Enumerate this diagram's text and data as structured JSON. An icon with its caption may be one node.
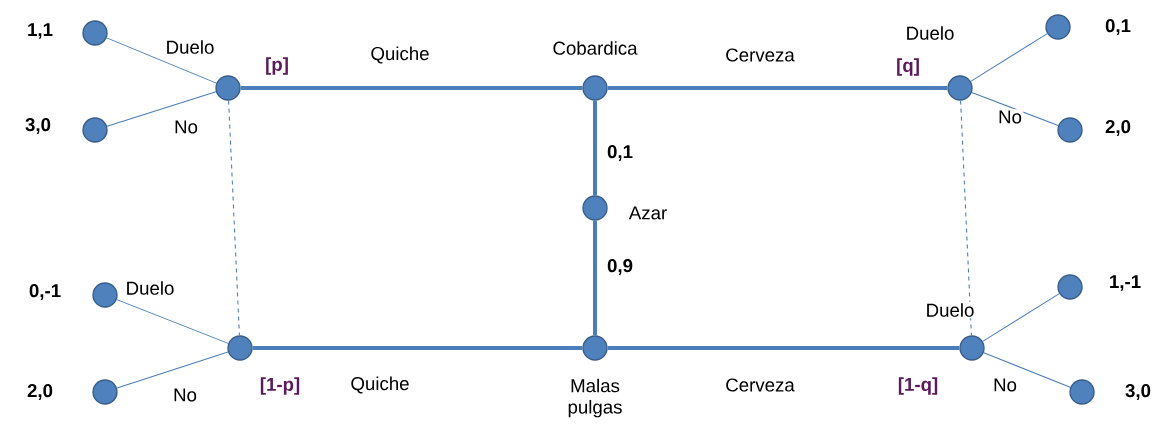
{
  "diagram": {
    "nodes": [
      {
        "text": [],
        "shape": "circle",
        "beside": [
          "1,1"
        ]
      },
      {
        "text": [],
        "shape": "circle",
        "beside": [
          "3,0"
        ]
      },
      {
        "text": [],
        "shape": "circle",
        "beside": [
          "[p]"
        ]
      },
      {
        "text": [],
        "shape": "circle",
        "beside": [
          "Cobardica"
        ]
      },
      {
        "text": [],
        "shape": "circle",
        "beside": [
          "[q]"
        ]
      },
      {
        "text": [],
        "shape": "circle",
        "beside": [
          "0,1"
        ]
      },
      {
        "text": [],
        "shape": "circle",
        "beside": [
          "2,0"
        ]
      },
      {
        "text": [],
        "shape": "circle",
        "beside": [
          "Azar"
        ]
      },
      {
        "text": [],
        "shape": "circle",
        "beside": [
          "0,-1"
        ]
      },
      {
        "text": [],
        "shape": "circle",
        "beside": [
          "2,0"
        ]
      },
      {
        "text": [],
        "shape": "circle",
        "beside": [
          "[1-p]"
        ]
      },
      {
        "text": [],
        "shape": "circle",
        "beside": [
          "Malas pulgas"
        ]
      },
      {
        "text": [],
        "shape": "circle",
        "beside": [
          "[1-q]"
        ]
      },
      {
        "text": [],
        "shape": "circle",
        "beside": [
          "1,-1"
        ]
      },
      {
        "text": [],
        "shape": "circle",
        "beside": [
          "3,0"
        ]
      }
    ],
    "edges": [
      {
        "from": 2,
        "to": 0,
        "arrow": "none",
        "label": "Duelo"
      },
      {
        "from": 2,
        "to": 1,
        "arrow": "none",
        "label": "No"
      },
      {
        "from": 3,
        "to": 2,
        "arrow": "none",
        "label": "Quiche",
        "style": "thick"
      },
      {
        "from": 3,
        "to": 4,
        "arrow": "none",
        "label": "Cerveza",
        "style": "thick"
      },
      {
        "from": 4,
        "to": 5,
        "arrow": "none",
        "label": "Duelo"
      },
      {
        "from": 4,
        "to": 6,
        "arrow": "none",
        "label": "No"
      },
      {
        "from": 7,
        "to": 3,
        "arrow": "none",
        "label": "0,1",
        "style": "thick"
      },
      {
        "from": 7,
        "to": 11,
        "arrow": "none",
        "label": "0,9",
        "style": "thick"
      },
      {
        "from": 2,
        "to": 10,
        "arrow": "none",
        "style": "dashed"
      },
      {
        "from": 4,
        "to": 12,
        "arrow": "none",
        "style": "dashed"
      },
      {
        "from": 10,
        "to": 8,
        "arrow": "none",
        "label": "Duelo"
      },
      {
        "from": 10,
        "to": 9,
        "arrow": "none",
        "label": "No"
      },
      {
        "from": 11,
        "to": 10,
        "arrow": "none",
        "label": "Quiche",
        "style": "thick"
      },
      {
        "from": 11,
        "to": 12,
        "arrow": "none",
        "label": "Cerveza",
        "style": "thick"
      },
      {
        "from": 12,
        "to": 13,
        "arrow": "none",
        "label": "Duelo"
      },
      {
        "from": 12,
        "to": 14,
        "arrow": "none",
        "label": "No"
      }
    ]
  }
}
